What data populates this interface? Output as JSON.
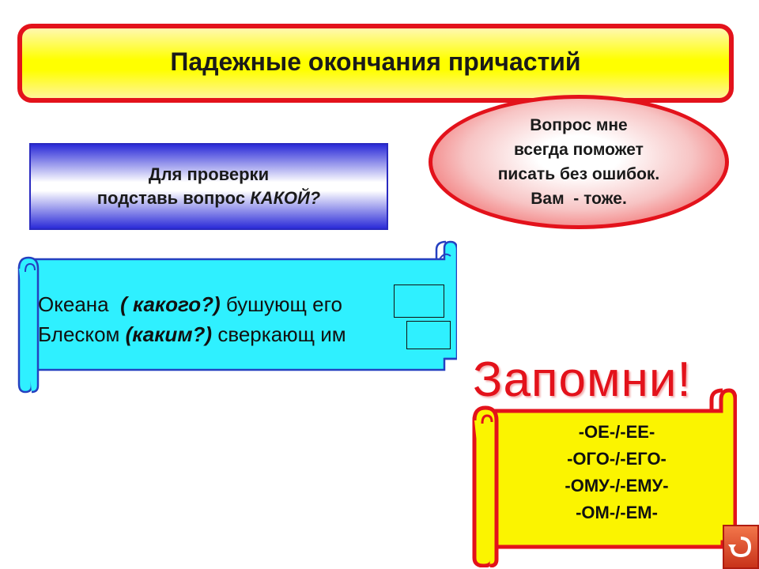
{
  "title": "Падежные окончания причастий",
  "hint": {
    "line1": "Для проверки",
    "line2_prefix": "подставь вопрос ",
    "line2_emph": "КАКОЙ?"
  },
  "bubble": {
    "lines": [
      "Вопрос мне",
      "всегда поможет",
      "писать без ошибок.",
      "Вам  - тоже."
    ]
  },
  "examples": {
    "line1": {
      "noun": "Океана  ",
      "question": "( какого?)",
      "stem": " бушующ ",
      "ending": "его"
    },
    "line2": {
      "noun": "Блеском ",
      "question": "(каким?)",
      "stem": " сверкающ ",
      "ending": "им"
    }
  },
  "remember": {
    "heading": "Запомни!",
    "endings": [
      "-ОЕ-/-ЕЕ-",
      "-ОГО-/-ЕГО-",
      "-ОМУ-/-ЕМУ-",
      "-ОМ-/-ЕМ-"
    ]
  },
  "nav": {
    "return_icon": "return-arrow-icon"
  },
  "colors": {
    "red": "#e3121b",
    "yellow": "#ffff00",
    "blue": "#2b2bd8",
    "cyan": "#2af0ff"
  }
}
